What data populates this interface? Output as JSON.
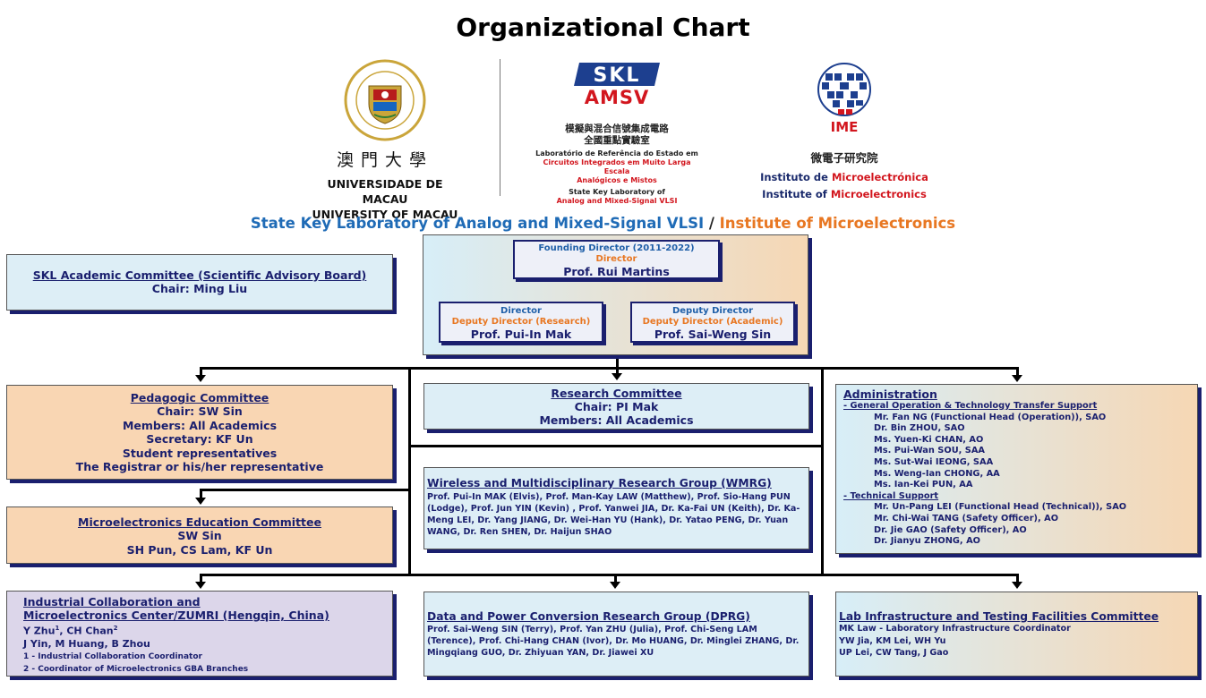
{
  "title": "Organizational Chart",
  "logos": {
    "um_icon": "university-of-macau-crest-icon",
    "um_zh": "澳門大學",
    "um_pt": "UNIVERSIDADE DE MACAU",
    "um_en": "UNIVERSITY OF MACAU",
    "skl_icon": "skl-amsv-logo-icon",
    "skl_abbr": "SKL",
    "skl_name": "AMSV",
    "skl_zh_1": "模擬與混合信號集成電路",
    "skl_zh_2": "全國重點實驗室",
    "skl_pt_1": "Laboratório de Referência do Estado em",
    "skl_pt_2": "Circuitos Integrados em Muito Larga Escala",
    "skl_pt_3": "Analógicos e Mistos",
    "skl_en_1": "State Key Laboratory of",
    "skl_en_2": "Analog and Mixed-Signal VLSI",
    "ime_icon": "ime-logo-icon",
    "ime_abbr": "IME",
    "ime_zh": "微電子研究院",
    "ime_pt_a": "Instituto de ",
    "ime_pt_b": "Microelectrónica",
    "ime_en_a": "Institute of ",
    "ime_en_b": "Microelectronics"
  },
  "lab_title": {
    "part1": "State Key Laboratory of Analog and Mixed-Signal VLSI",
    "sep": " / ",
    "part2": "Institute of Microelectronics"
  },
  "skl_committee": {
    "title": "SKL Academic Committee (Scientific Advisory Board)",
    "chair": "Chair: Ming Liu"
  },
  "director_box": {
    "founding": "Founding Director (2011-2022)",
    "director": "Director",
    "name": "Prof. Rui Martins",
    "dep1_role1": "Director",
    "dep1_role2": "Deputy Director (Research)",
    "dep1_name": "Prof. Pui-In Mak",
    "dep2_role1": "Deputy Director",
    "dep2_role2": "Deputy Director (Academic)",
    "dep2_name": "Prof. Sai-Weng Sin"
  },
  "pedagogic": {
    "title": "Pedagogic Committee",
    "lines": [
      "Chair: SW Sin",
      "Members: All Academics",
      "Secretary: KF Un",
      "Student representatives",
      "The Registrar or his/her representative"
    ]
  },
  "research_committee": {
    "title": "Research Committee",
    "lines": [
      "Chair: PI Mak",
      "Members: All Academics"
    ]
  },
  "administration": {
    "title": "Administration",
    "sub1": "- General Operation & Technology Transfer Support",
    "sub1_items": [
      "Mr. Fan NG (Functional Head (Operation)), SAO",
      "Dr. Bin ZHOU, SAO",
      "Ms. Yuen-Ki CHAN, AO",
      "Ms. Pui-Wan SOU, SAA",
      "Ms. Sut-Wai IEONG, SAA",
      "Ms. Weng-Ian CHONG, AA",
      "Ms. Ian-Kei PUN, AA"
    ],
    "sub2": "- Technical Support",
    "sub2_items": [
      "Mr. Un-Pang LEI (Functional Head (Technical)), SAO",
      "Mr. Chi-Wai TANG (Safety Officer), AO",
      "Dr. Jie GAO (Safety Officer), AO",
      "Dr. Jianyu ZHONG, AO"
    ]
  },
  "mec": {
    "title": "Microelectronics Education Committee",
    "lines": [
      "SW Sin",
      "SH Pun, CS Lam, KF Un"
    ]
  },
  "wmrg": {
    "title": "Wireless and Multidisciplinary Research Group (WMRG)",
    "members": "Prof. Pui-In MAK (Elvis), Prof. Man-Kay LAW (Matthew), Prof. Sio-Hang PUN (Lodge), Prof. Jun YIN (Kevin) , Prof. Yanwei JIA, Dr. Ka-Fai UN (Keith), Dr. Ka-Meng LEI, Dr. Yang JIANG, Dr. Wei-Han YU (Hank), Dr. Yatao PENG, Dr. Yuan WANG, Dr. Ren SHEN, Dr. Haijun SHAO"
  },
  "industrial": {
    "title1": "Industrial Collaboration and",
    "title2": "Microelectronics Center/ZUMRI (Hengqin, China)",
    "line1a": "Y Zhu",
    "sup1": "1",
    "line1b": ", CH Chan",
    "sup2": "2",
    "line2": "J Yin, M Huang, B Zhou",
    "note1": "1 - Industrial Collaboration Coordinator",
    "note2": "2 - Coordinator of Microelectronics GBA Branches"
  },
  "dprg": {
    "title": "Data and Power Conversion Research Group (DPRG)",
    "members": "Prof. Sai-Weng SIN (Terry), Prof. Yan ZHU (Julia), Prof. Chi-Seng LAM (Terence), Prof. Chi-Hang CHAN (Ivor), Dr. Mo HUANG, Dr. Minglei ZHANG, Dr. Mingqiang GUO, Dr. Zhiyuan YAN, Dr. Jiawei XU"
  },
  "lab_infra": {
    "title": "Lab Infrastructure and Testing Facilities Committee",
    "lines": [
      "MK Law - Laboratory Infrastructure Coordinator",
      "YW Jia, KM Lei, WH Yu",
      "UP Lei, CW Tang, J Gao"
    ]
  },
  "colors": {
    "navy": "#1a1f6e",
    "blue": "#1f6bb6",
    "orange": "#e87722",
    "red": "#d2161e",
    "light_blue": "#ddeef6",
    "peach": "#f9d6b3",
    "lavender": "#dcd6ea"
  }
}
